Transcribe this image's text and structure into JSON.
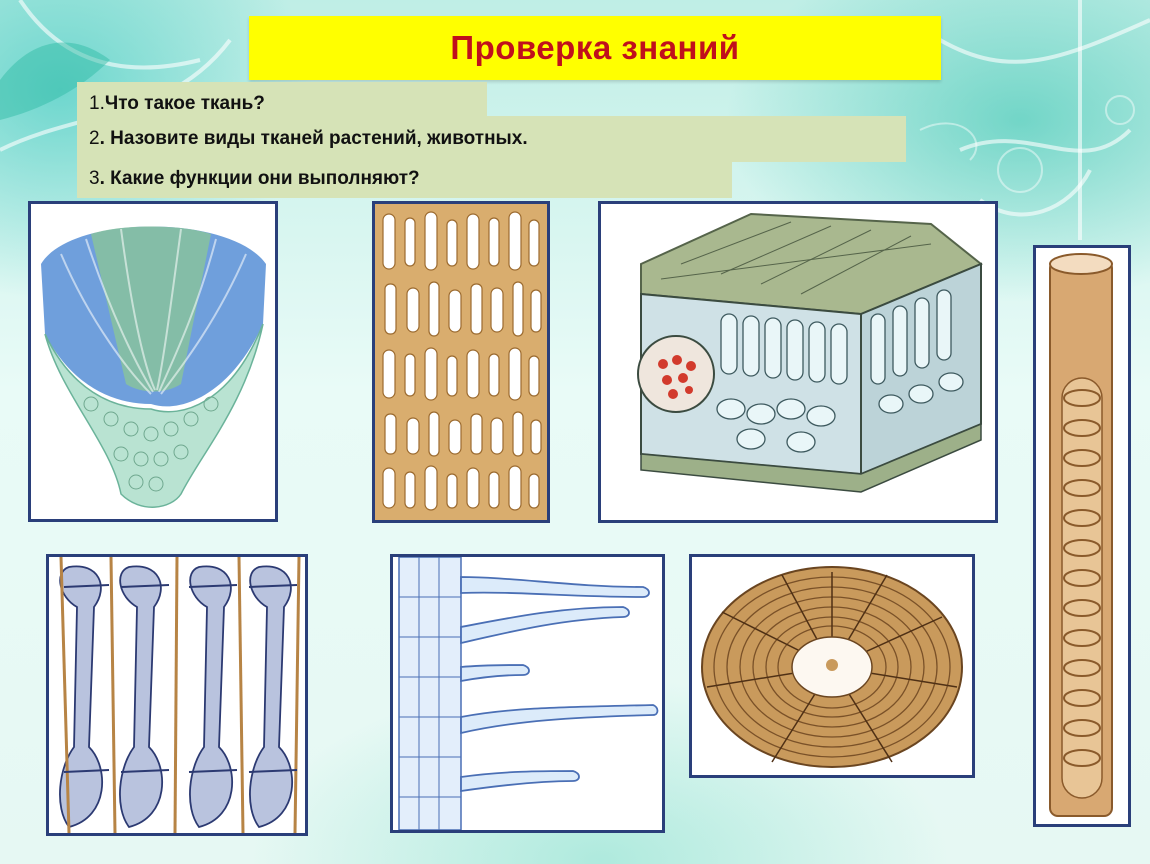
{
  "slide": {
    "title": "Проверка знаний",
    "questions": [
      {
        "num": "1. ",
        "text": "Что такое ткань?"
      },
      {
        "num": "2",
        "text": ". Назовите виды тканей растений, животных."
      },
      {
        "num": "3",
        "text": ". Какие функции они выполняют?"
      }
    ]
  },
  "colors": {
    "title_background": "#ffff00",
    "title_text": "#c0101c",
    "question_background": "#d6e3b7",
    "frame_border": "#2a3f7a"
  },
  "images": [
    {
      "icon": "root-tip-tissue-illustration"
    },
    {
      "icon": "wood-tissue-illustration"
    },
    {
      "icon": "leaf-cross-section-illustration"
    },
    {
      "icon": "spiral-vessel-illustration"
    },
    {
      "icon": "sieve-tubes-illustration"
    },
    {
      "icon": "root-hairs-illustration"
    },
    {
      "icon": "bone-tissue-illustration"
    }
  ]
}
